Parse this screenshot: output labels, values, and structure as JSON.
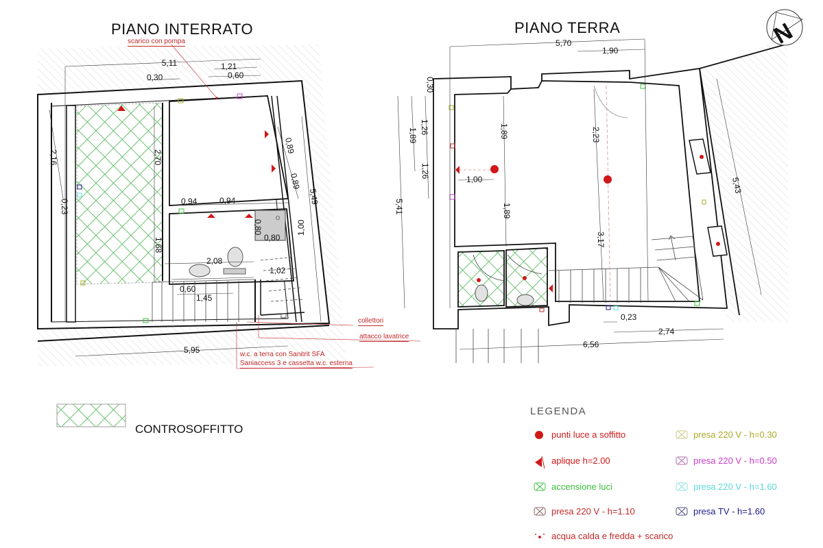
{
  "titles": {
    "basement": "PIANO INTERRATO",
    "ground": "PIANO TERRA"
  },
  "notes": {
    "scarico": "scarico con pompa",
    "collettori": "collettori",
    "attacco": "attacco lavatrice",
    "wc_line1": "w.c. a terra con Sanitrit SFA",
    "wc_line2": "Saniaccess 3 e cassetta w.c. esterna"
  },
  "dimensions": {
    "basement": [
      "5,11",
      "1,21",
      "0,30",
      "0,60",
      "2,16",
      "0,23",
      "2,70",
      "0,89",
      "0,89",
      "5,49",
      "0,94",
      "0,94",
      "0,80",
      "0,80",
      "1,00",
      "1,68",
      "2,08",
      "1,02",
      "0,60",
      "1,45",
      "5,95"
    ],
    "ground": [
      "5,70",
      "1,90",
      "0,30",
      "1,26",
      "1,89",
      "1,26",
      "1,89",
      "1,00",
      "1,89",
      "2,23",
      "3,17",
      "5,41",
      "5,43",
      "0,23",
      "2,74",
      "6,56"
    ]
  },
  "hatch_legend": {
    "label": "CONTROSOFFITTO"
  },
  "legend": {
    "title": "LEGENDA",
    "items": [
      {
        "symbol": "ceiling-light-icon",
        "label": "punti luce a soffitto",
        "color": "#d01818"
      },
      {
        "symbol": "wall-light-icon",
        "label": "aplique h=2.00",
        "color": "#d01818"
      },
      {
        "symbol": "switch-icon",
        "label": "accensione luci",
        "color": "#39c03c"
      },
      {
        "symbol": "socket-icon",
        "label": "presa 220 V - h=1.10",
        "color": "#c0282a"
      },
      {
        "symbol": "water-icon",
        "label": "acqua calda e fredda + scarico",
        "color": "#c0282a"
      },
      {
        "symbol": "socket-icon",
        "label": "presa 220 V - h=0.30",
        "color": "#a8a828"
      },
      {
        "symbol": "socket-icon",
        "label": "presa 220 V - h=0.50",
        "color": "#c83cc8"
      },
      {
        "symbol": "socket-icon",
        "label": "presa 220 V - h=1.60",
        "color": "#5cd8d8"
      },
      {
        "symbol": "tv-socket-icon",
        "label": "presa TV - h=1.60",
        "color": "#1a1a8c"
      }
    ]
  },
  "north": {
    "label": "N"
  }
}
